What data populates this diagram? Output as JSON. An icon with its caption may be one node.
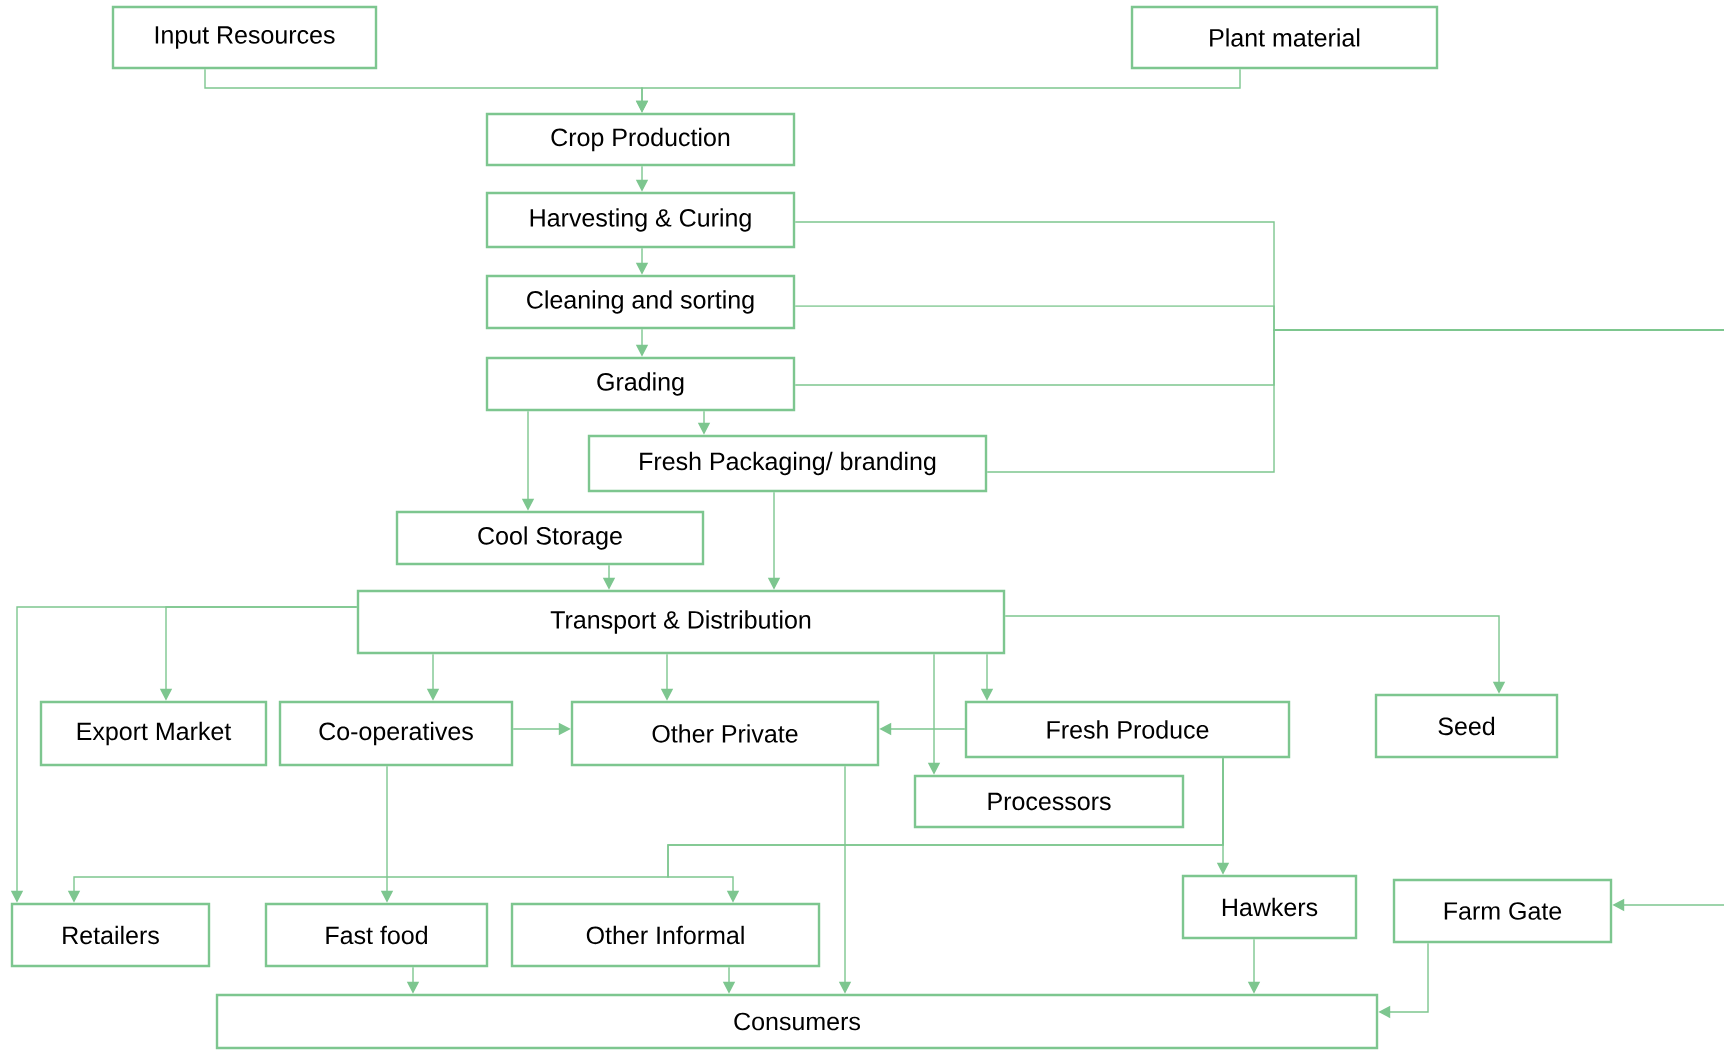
{
  "diagram": {
    "nodes": [
      {
        "text": [
          "Input Resources"
        ]
      },
      {
        "text": [
          "Plant material"
        ]
      },
      {
        "text": [
          "Crop Production"
        ]
      },
      {
        "text": [
          "Harvesting & Curing"
        ]
      },
      {
        "text": [
          "Cleaning and sorting"
        ]
      },
      {
        "text": [
          "Grading"
        ]
      },
      {
        "text": [
          "Fresh Packaging/ branding"
        ]
      },
      {
        "text": [
          "Cool Storage"
        ]
      },
      {
        "text": [
          "Transport & Distribution"
        ]
      },
      {
        "text": [
          "Export Market"
        ]
      },
      {
        "text": [
          "Co-operatives"
        ]
      },
      {
        "text": [
          "Other Private"
        ]
      },
      {
        "text": [
          "Fresh Produce"
        ]
      },
      {
        "text": [
          "Seed"
        ]
      },
      {
        "text": [
          "Processors"
        ]
      },
      {
        "text": [
          "Retailers"
        ]
      },
      {
        "text": [
          "Fast food"
        ]
      },
      {
        "text": [
          "Other Informal"
        ]
      },
      {
        "text": [
          "Hawkers"
        ]
      },
      {
        "text": [
          "Farm Gate"
        ]
      },
      {
        "text": [
          "Consumers"
        ]
      }
    ],
    "edges": [
      {
        "from": 0,
        "to": 2,
        "arrow": "to"
      },
      {
        "from": 1,
        "to": 2,
        "arrow": "to"
      },
      {
        "from": 2,
        "to": 3,
        "arrow": "to"
      },
      {
        "from": 3,
        "to": 4,
        "arrow": "to"
      },
      {
        "from": 4,
        "to": 5,
        "arrow": "to"
      },
      {
        "from": 5,
        "to": 6,
        "arrow": "to"
      },
      {
        "from": 5,
        "to": 7,
        "arrow": "to"
      },
      {
        "from": 7,
        "to": 8,
        "arrow": "to"
      },
      {
        "from": 6,
        "to": 8,
        "arrow": "to"
      },
      {
        "from": 3,
        "to": null,
        "arrow": "none"
      },
      {
        "from": 4,
        "to": null,
        "arrow": "none"
      },
      {
        "from": 5,
        "to": null,
        "arrow": "none"
      },
      {
        "from": 6,
        "to": null,
        "arrow": "none"
      },
      {
        "from": null,
        "to": 19,
        "arrow": "to"
      },
      {
        "from": 8,
        "to": 9,
        "arrow": "to"
      },
      {
        "from": 8,
        "to": 15,
        "arrow": "to"
      },
      {
        "from": 8,
        "to": 10,
        "arrow": "to"
      },
      {
        "from": 8,
        "to": 11,
        "arrow": "to"
      },
      {
        "from": 8,
        "to": 12,
        "arrow": "to"
      },
      {
        "from": 8,
        "to": 14,
        "arrow": "to"
      },
      {
        "from": 8,
        "to": 13,
        "arrow": "to"
      },
      {
        "from": 10,
        "to": 11,
        "arrow": "to"
      },
      {
        "from": 12,
        "to": 11,
        "arrow": "to"
      },
      {
        "from": 10,
        "to": 16,
        "arrow": "to"
      },
      {
        "from": 12,
        "to": 18,
        "arrow": "to"
      },
      {
        "from": 12,
        "to": 15,
        "arrow": "to"
      },
      {
        "from": 12,
        "to": 17,
        "arrow": "to"
      },
      {
        "from": 11,
        "to": 20,
        "arrow": "to"
      },
      {
        "from": 16,
        "to": 20,
        "arrow": "to"
      },
      {
        "from": 17,
        "to": 20,
        "arrow": "to"
      },
      {
        "from": 18,
        "to": 20,
        "arrow": "to"
      },
      {
        "from": 19,
        "to": 20,
        "arrow": "to"
      }
    ]
  }
}
